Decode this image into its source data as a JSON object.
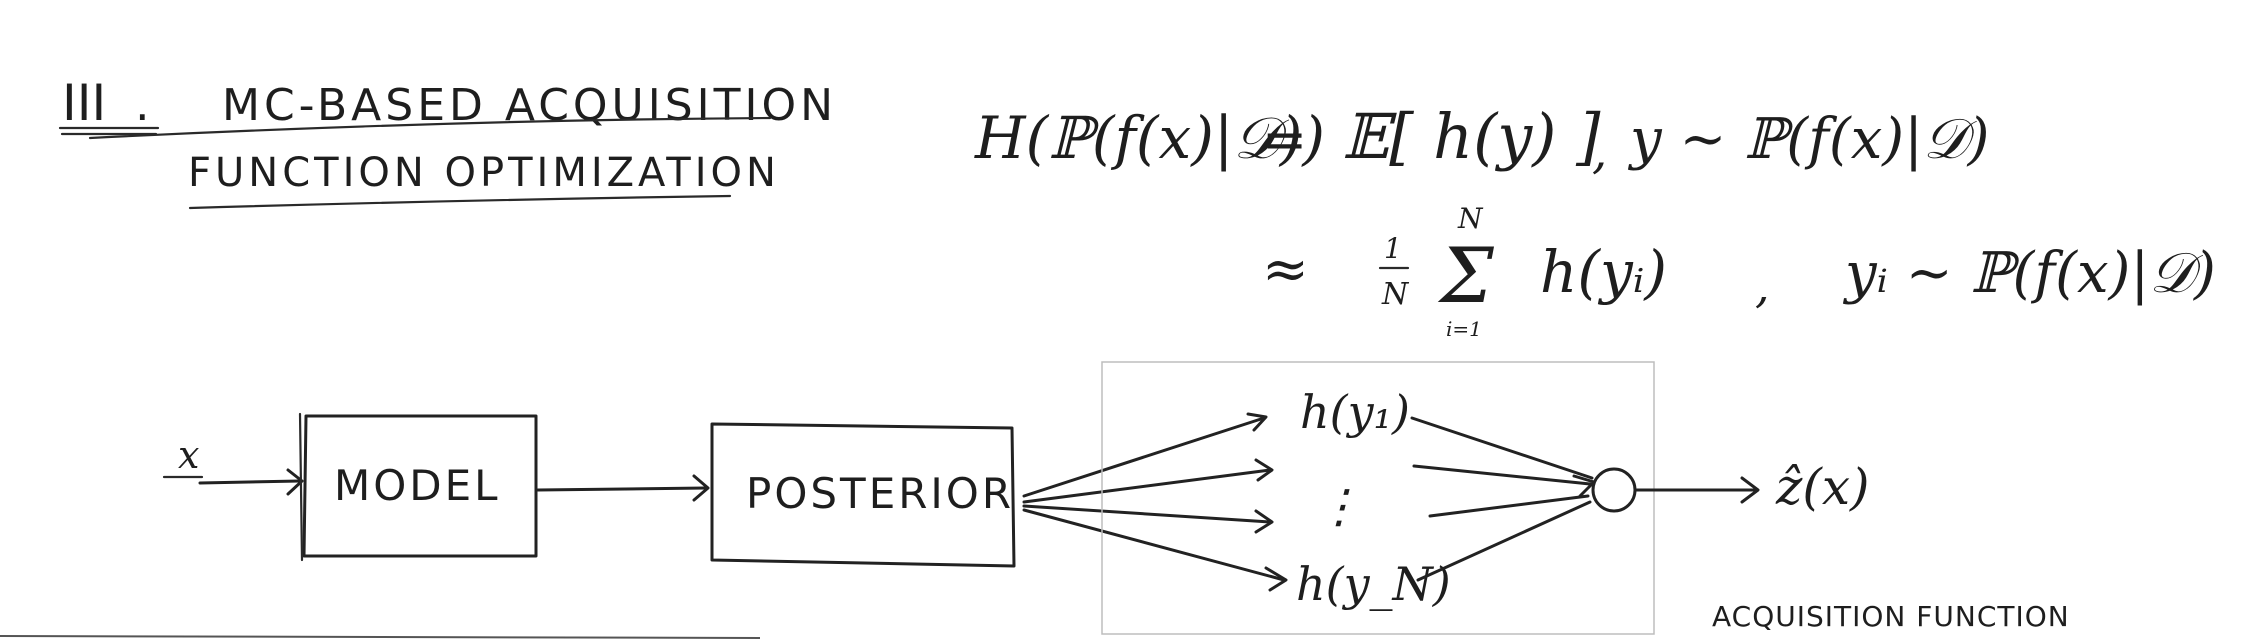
{
  "section": {
    "numeral": "III",
    "dot": ".",
    "title_line1": "MC-BASED ACQUISITION",
    "title_line2": "FUNCTION OPTIMIZATION"
  },
  "equations": {
    "line1_lhs": "H(ℙ(f(x)|𝒟))",
    "line1_eq": "=",
    "line1_rhs": "𝔼[ h(y) ]",
    "line1_comma": ",",
    "line1_cond": "y ~ ℙ(f(x)|𝒟)",
    "line2_approx": "≈",
    "line2_frac_num": "1",
    "line2_frac_den": "N",
    "line2_sum": "Σ",
    "line2_sum_upper": "N",
    "line2_sum_lower": "i=1",
    "line2_term": "h(yᵢ)",
    "line2_comma": ",",
    "line2_cond": "yᵢ ~ ℙ(f(x)|𝒟)"
  },
  "diagram": {
    "input_label": "x",
    "model_label": "MODEL",
    "posterior_label": "POSTERIOR",
    "h_first": "h(y₁)",
    "h_dots": "⋮",
    "h_last": "h(y_N)",
    "output_label": "ẑ(x)",
    "acq_label": "ACQUISITION FUNCTION"
  }
}
